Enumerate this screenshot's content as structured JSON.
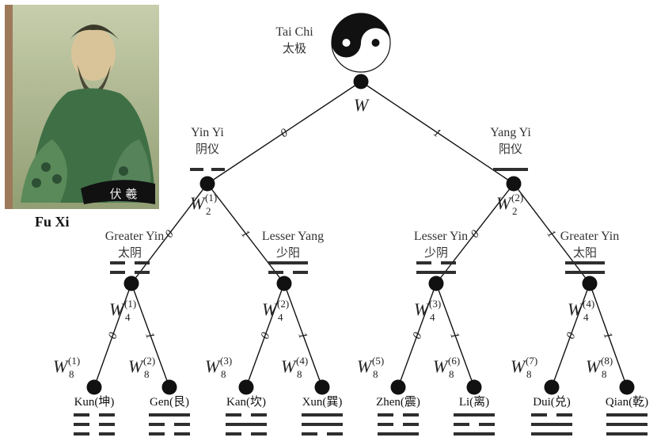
{
  "root": {
    "en": "Tai Chi",
    "cn": "太极",
    "weight": "W"
  },
  "level1": [
    {
      "en": "Yin Yi",
      "cn": "阴仪",
      "bit": "0",
      "weight": "W",
      "sub": "2",
      "sup": "(1)",
      "lines": [
        "broken"
      ]
    },
    {
      "en": "Yang Yi",
      "cn": "阳仪",
      "bit": "1",
      "weight": "W",
      "sub": "2",
      "sup": "(2)",
      "lines": [
        "solid"
      ]
    }
  ],
  "level2": [
    {
      "en": "Greater Yin",
      "cn": "太阴",
      "bit": "0",
      "weight": "W",
      "sub": "4",
      "sup": "(1)",
      "lines": [
        "broken",
        "broken"
      ]
    },
    {
      "en": "Lesser Yang",
      "cn": "少阳",
      "bit": "1",
      "weight": "W",
      "sub": "4",
      "sup": "(2)",
      "lines": [
        "solid",
        "broken"
      ]
    },
    {
      "en": "Lesser Yin",
      "cn": "少阴",
      "bit": "0",
      "weight": "W",
      "sub": "4",
      "sup": "(3)",
      "lines": [
        "broken",
        "solid"
      ]
    },
    {
      "en": "Greater Yin",
      "cn": "太阳",
      "bit": "1",
      "weight": "W",
      "sub": "4",
      "sup": "(4)",
      "lines": [
        "solid",
        "solid"
      ]
    }
  ],
  "level3": [
    {
      "name": "Kun(坤)",
      "bit": "0",
      "weight": "W",
      "sub": "8",
      "sup": "(1)",
      "lines": [
        "broken",
        "broken",
        "broken"
      ]
    },
    {
      "name": "Gen(艮)",
      "bit": "1",
      "weight": "W",
      "sub": "8",
      "sup": "(2)",
      "lines": [
        "solid",
        "broken",
        "broken"
      ]
    },
    {
      "name": "Kan(坎)",
      "bit": "0",
      "weight": "W",
      "sub": "8",
      "sup": "(3)",
      "lines": [
        "broken",
        "solid",
        "broken"
      ]
    },
    {
      "name": "Xun(巽)",
      "bit": "1",
      "weight": "W",
      "sub": "8",
      "sup": "(4)",
      "lines": [
        "solid",
        "solid",
        "broken"
      ]
    },
    {
      "name": "Zhen(震)",
      "bit": "0",
      "weight": "W",
      "sub": "8",
      "sup": "(5)",
      "lines": [
        "broken",
        "broken",
        "solid"
      ]
    },
    {
      "name": "Li(离)",
      "bit": "1",
      "weight": "W",
      "sub": "8",
      "sup": "(6)",
      "lines": [
        "solid",
        "broken",
        "solid"
      ]
    },
    {
      "name": "Dui(兑)",
      "bit": "0",
      "weight": "W",
      "sub": "8",
      "sup": "(7)",
      "lines": [
        "broken",
        "solid",
        "solid"
      ]
    },
    {
      "name": "Qian(乾)",
      "bit": "1",
      "weight": "W",
      "sub": "8",
      "sup": "(8)",
      "lines": [
        "solid",
        "solid",
        "solid"
      ]
    }
  ],
  "portrait": {
    "caption": "伏 羲",
    "name": "Fu Xi"
  },
  "colors": {
    "node": "#111111",
    "line": "#2f2f2f",
    "portrait_bg": "#a8b48a",
    "portrait_robe": "#3f6f45"
  }
}
